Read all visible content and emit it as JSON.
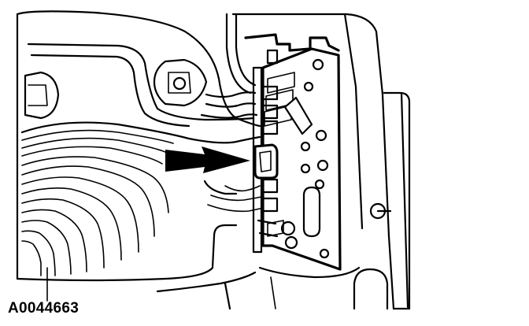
{
  "figure": {
    "id_label": "A0044663",
    "colors": {
      "line": "#000000",
      "background": "#ffffff"
    },
    "callouts": [
      {
        "kind": "arrow",
        "icon": "solid-arrow-pointer"
      }
    ]
  }
}
